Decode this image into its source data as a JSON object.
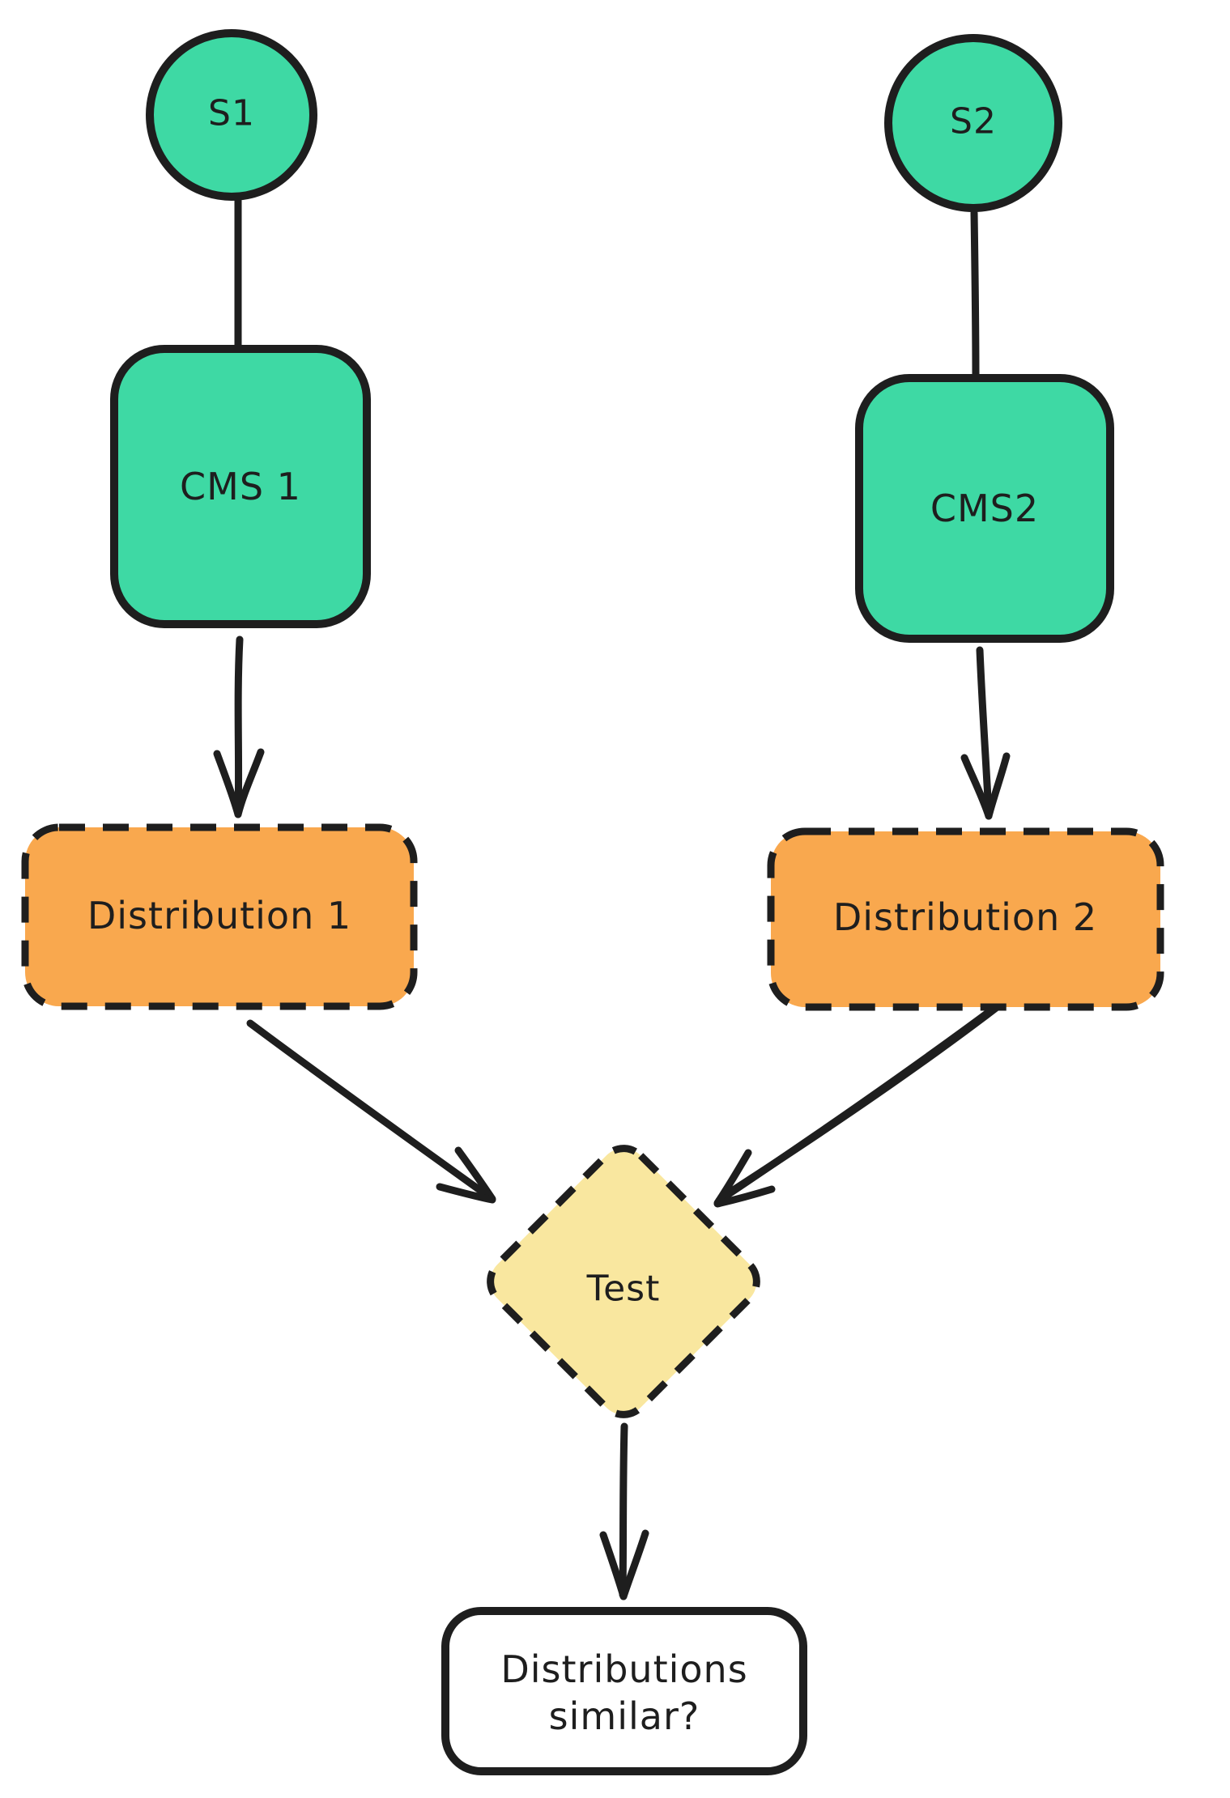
{
  "diagram": {
    "type": "flowchart",
    "background": "#ffffff",
    "colors": {
      "stroke": "#1e1e1e",
      "green": "#3ed9a4",
      "orange": "#f9a84e",
      "yellow": "#f9e79f",
      "white": "#ffffff"
    },
    "nodes": {
      "s1": {
        "label": "S1",
        "shape": "circle",
        "fill": "#3ed9a4"
      },
      "cms1": {
        "label": "CMS 1",
        "shape": "rounded-rect",
        "fill": "#3ed9a4"
      },
      "dist1": {
        "label": "Distribution 1",
        "shape": "rounded-rect-dashed",
        "fill": "#f9a84e"
      },
      "s2": {
        "label": "S2",
        "shape": "circle",
        "fill": "#3ed9a4"
      },
      "cms2": {
        "label": "CMS2",
        "shape": "rounded-rect",
        "fill": "#3ed9a4"
      },
      "dist2": {
        "label": "Distribution 2",
        "shape": "rounded-rect-dashed",
        "fill": "#f9a84e"
      },
      "test": {
        "label": "Test",
        "shape": "diamond-dashed",
        "fill": "#f9e79f"
      },
      "result": {
        "line1": "Distributions",
        "line2": "similar?",
        "shape": "rounded-rect",
        "fill": "#ffffff"
      }
    },
    "edges": [
      {
        "from": "s1",
        "to": "cms1",
        "style": "plain-line"
      },
      {
        "from": "cms1",
        "to": "dist1",
        "style": "arrow"
      },
      {
        "from": "s2",
        "to": "cms2",
        "style": "plain-line"
      },
      {
        "from": "cms2",
        "to": "dist2",
        "style": "arrow"
      },
      {
        "from": "dist1",
        "to": "test",
        "style": "arrow"
      },
      {
        "from": "dist2",
        "to": "test",
        "style": "arrow-double-stroke"
      },
      {
        "from": "test",
        "to": "result",
        "style": "arrow"
      }
    ]
  }
}
